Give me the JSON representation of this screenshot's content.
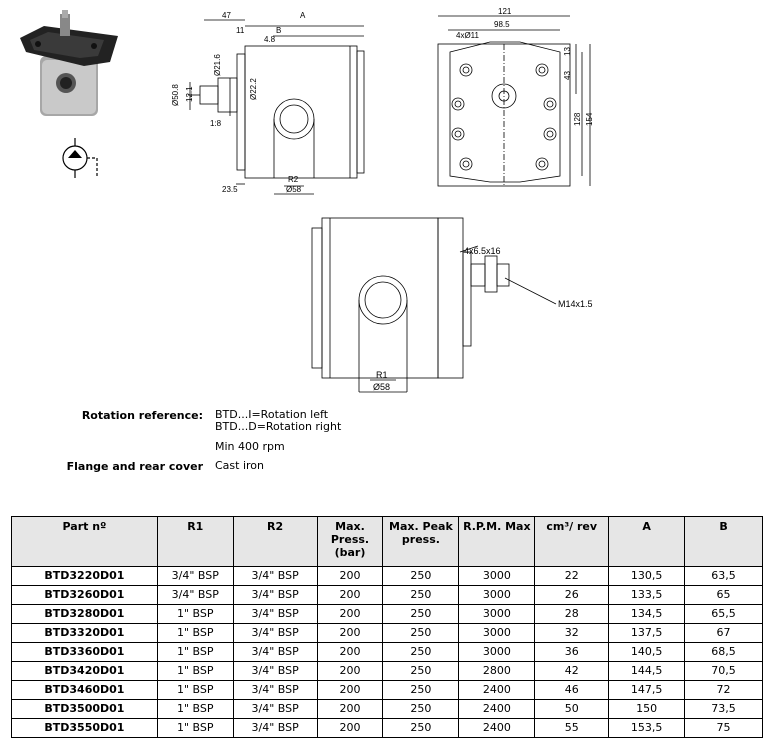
{
  "drawing": {
    "side_view": {
      "dims": [
        "47",
        "A",
        "11",
        "B",
        "4.8",
        "Ø21.6",
        "Ø22.2",
        "Ø50.8",
        "12.1",
        "1:8",
        "23.5",
        "R2",
        "Ø58"
      ]
    },
    "front_view": {
      "dims": [
        "121",
        "98.5",
        "4xØ11",
        "13",
        "43",
        "128",
        "154"
      ]
    },
    "bottom_view": {
      "dims": [
        "4x6.5x16",
        "M14x1.5",
        "R1",
        "Ø58"
      ]
    }
  },
  "specs": {
    "rotation_label": "Rotation reference:",
    "rotation_left": "BTD...I=Rotation left",
    "rotation_right": "BTD...D=Rotation right",
    "min_rpm": "Min 400 rpm",
    "flange_label": "Flange and rear cover",
    "flange_value": "Cast iron"
  },
  "table": {
    "headers": [
      "Part nº",
      "R1",
      "R2",
      "Max. Press. (bar)",
      "Max. Peak press.",
      "R.P.M. Max",
      "cm³/ rev",
      "A",
      "B"
    ],
    "rows": [
      [
        "BTD3220D01",
        "3/4\" BSP",
        "3/4\" BSP",
        "200",
        "250",
        "3000",
        "22",
        "130,5",
        "63,5"
      ],
      [
        "BTD3260D01",
        "3/4\" BSP",
        "3/4\" BSP",
        "200",
        "250",
        "3000",
        "26",
        "133,5",
        "65"
      ],
      [
        "BTD3280D01",
        "1\" BSP",
        "3/4\" BSP",
        "200",
        "250",
        "3000",
        "28",
        "134,5",
        "65,5"
      ],
      [
        "BTD3320D01",
        "1\" BSP",
        "3/4\" BSP",
        "200",
        "250",
        "3000",
        "32",
        "137,5",
        "67"
      ],
      [
        "BTD3360D01",
        "1\" BSP",
        "3/4\" BSP",
        "200",
        "250",
        "3000",
        "36",
        "140,5",
        "68,5"
      ],
      [
        "BTD3420D01",
        "1\" BSP",
        "3/4\" BSP",
        "200",
        "250",
        "2800",
        "42",
        "144,5",
        "70,5"
      ],
      [
        "BTD3460D01",
        "1\" BSP",
        "3/4\" BSP",
        "200",
        "250",
        "2400",
        "46",
        "147,5",
        "72"
      ],
      [
        "BTD3500D01",
        "1\" BSP",
        "3/4\" BSP",
        "200",
        "250",
        "2400",
        "50",
        "150",
        "73,5"
      ],
      [
        "BTD3550D01",
        "1\" BSP",
        "3/4\" BSP",
        "200",
        "250",
        "2400",
        "55",
        "153,5",
        "75"
      ]
    ]
  }
}
